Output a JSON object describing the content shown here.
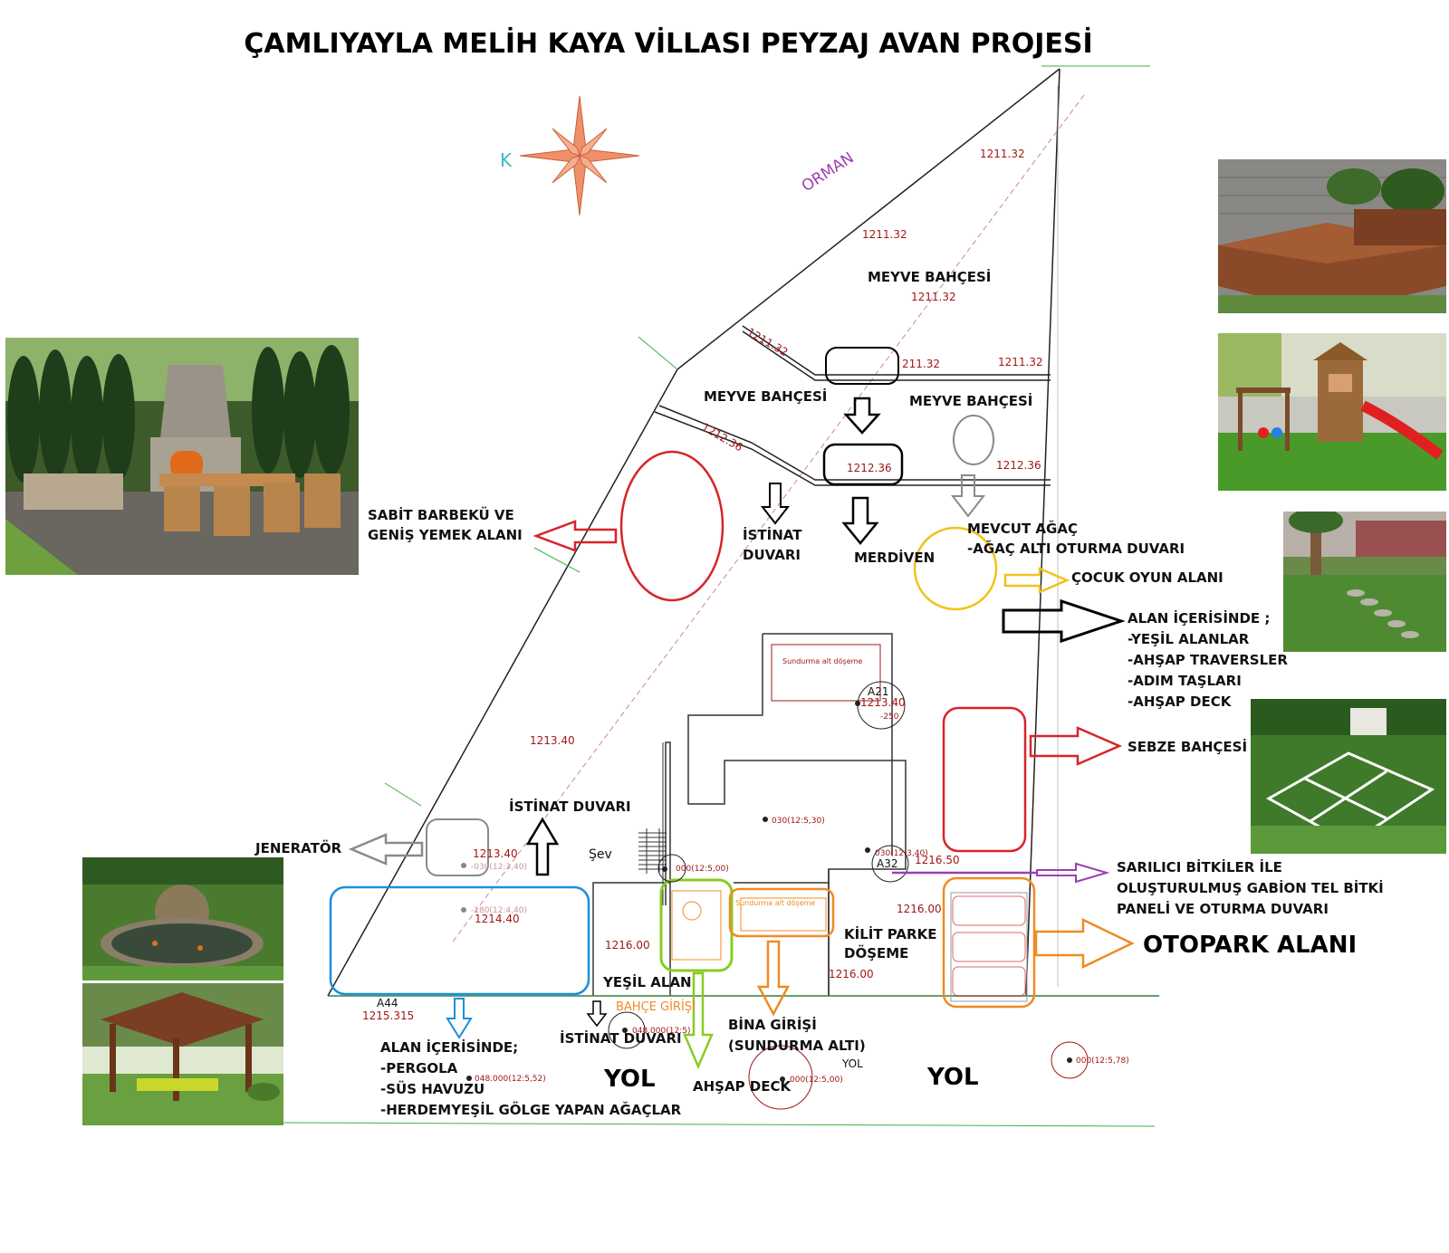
{
  "title": "ÇAMLIYAYLA MELİH KAYA VİLLASI PEYZAJ AVAN PROJESİ",
  "compass_letter": "K",
  "labels": {
    "orman": "ORMAN",
    "meyve_main": "MEYVE BAHÇESİ",
    "meyve_left": "MEYVE BAHÇESİ",
    "meyve_right": "MEYVE BAHÇESİ",
    "barbeku_1": "SABİT BARBEKÜ VE",
    "barbeku_2": "GENİŞ YEMEK ALANI",
    "istinat_1": "İSTİNAT",
    "istinat_2": "DUVARI",
    "merdiven": "MERDİVEN",
    "mevcut_1": "MEVCUT AĞAÇ",
    "mevcut_2": "-AĞAÇ ALTI OTURMA DUVARI",
    "cocuk": "ÇOCUK OYUN ALANI",
    "alan_title": "ALAN İÇERİSİNDE ;",
    "alan_1": "-YEŞİL ALANLAR",
    "alan_2": "-AHŞAP TRAVERSLER",
    "alan_3": "-ADIM TAŞLARI",
    "alan_4": "-AHŞAP DECK",
    "sebze": "SEBZE BAHÇESİ",
    "istinat_duvari_mid": "İSTİNAT DUVARI",
    "jenerator": "JENERATÖR",
    "sev": "Şev",
    "sarilici_1": "SARILICI BİTKİLER İLE",
    "sarilici_2": "OLUŞTURULMUŞ GABİON TEL BİTKİ",
    "sarilici_3": "PANELİ  VE OTURMA DUVARI",
    "otopark": "OTOPARK ALANI",
    "kilit_1": "KİLİT PARKE",
    "kilit_2": "DÖŞEME",
    "yesil_alan": "YEŞİL ALAN",
    "bahce_girisi": "BAHÇE GİRİŞİ",
    "bina_1": "BİNA GİRİŞİ",
    "bina_2": "(SUNDURMA ALTI)",
    "yol_small": "YOL",
    "yol_left": "YOL",
    "yol_right": "YOL",
    "istinat_duvari_bottom": "İSTİNAT DUVARI",
    "ahsap_deck": "AHŞAP DECK",
    "alan2_title": "ALAN İÇERİSİNDE;",
    "alan2_1": "-PERGOLA",
    "alan2_2": "-SÜS HAVUZU",
    "alan2_3": "-HERDEMYEŞİL GÖLGE YAPAN AĞAÇLAR",
    "sundurma_top": "Sundurma alt döşeme",
    "sundurma_bottom": "Sundurma alt döşeme"
  },
  "elevations": {
    "e1": "1211.32",
    "e2": "1211.32",
    "e3": "1211.32",
    "e4": "1211.32",
    "e5": "211.32",
    "e6": "1211.32",
    "e7": "1212.36",
    "e8": "1212.36",
    "e9": "1212.36",
    "e10": "1213.40",
    "e11": "1213.40",
    "e12": "1213.40",
    "e13": "1214.40",
    "e14": "1216.50",
    "e15": "1216.00",
    "e16": "1216.00",
    "e17": "1216.00",
    "e18": "1215.315"
  },
  "point_codes": {
    "a21": "A21",
    "a32": "A32",
    "a44": "A44",
    "p1": "-250",
    "p2": "030(12:5,30)",
    "p3": "030(12:3,40)",
    "p4": "-030(12:3,40)",
    "p5": "-180(12:4,40)",
    "p6": "000(12:5,00)",
    "p7": "048.000(12:5,52)",
    "p8": "048.000(12:5)",
    "p9": "000(12:5,00)",
    "p10": "000(12:5,78)"
  },
  "colors": {
    "red": "#d8242a",
    "grey": "#8a8a8a",
    "yellow": "#f2c21a",
    "orange": "#f08a24",
    "purple": "#9b3fb5",
    "blue": "#1a8fd8",
    "lime": "#88cc22",
    "green_line": "#3cb043",
    "elev_red": "#a01818",
    "compass": "#f0906a"
  },
  "icons": {
    "compass": "compass-rose-icon",
    "cars": "car-icon"
  }
}
